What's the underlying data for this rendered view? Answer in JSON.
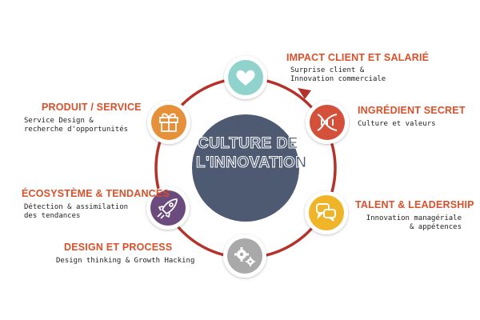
{
  "center": {
    "line1": "CULTURE DE",
    "line2": "L'INNOVATION"
  },
  "colors": {
    "ring": "#b5312a",
    "center": "#4e5a72",
    "title": "#d9502a",
    "heart": "#8fd3cc",
    "dna": "#d4503a",
    "speech": "#f0b429",
    "gears": "#a9a9a9",
    "rocket": "#6b4a7e",
    "gift": "#e6913a"
  },
  "nodes": [
    {
      "icon": "heart-icon",
      "title": "IMPACT CLIENT ET SALARIÉ",
      "desc": "Surprise client &\nInnovation commerciale"
    },
    {
      "icon": "dna-icon",
      "title": "INGRÉDIENT SECRET",
      "desc": "Culture et valeurs"
    },
    {
      "icon": "speech-bubbles-icon",
      "title": "TALENT & LEADERSHIP",
      "desc": "Innovation managériale\n& appétences"
    },
    {
      "icon": "gears-icon",
      "title": "DESIGN ET PROCESS",
      "desc": "Design thinking & Growth Hacking"
    },
    {
      "icon": "rocket-icon",
      "title": "ÉCOSYSTÈME & TENDANCES",
      "desc": "Détection & assimilation\ndes tendances"
    },
    {
      "icon": "gift-icon",
      "title": "PRODUIT / SERVICE",
      "desc": "Service Design &\nrecherche d'opportunités"
    }
  ]
}
